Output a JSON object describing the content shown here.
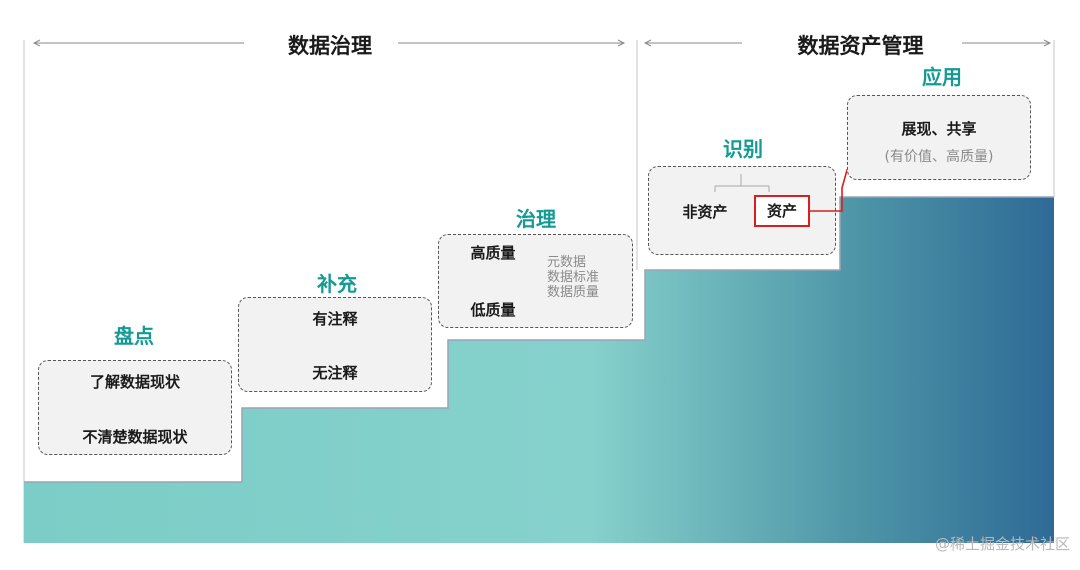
{
  "header": {
    "governance_title": "数据治理",
    "asset_management_title": "数据资产管理"
  },
  "stages": {
    "inventory": {
      "title": "盘点",
      "top_label": "了解数据现状",
      "bottom_label": "不清楚数据现状"
    },
    "supplement": {
      "title": "补充",
      "top_label": "有注释",
      "bottom_label": "无注释"
    },
    "governance": {
      "title": "治理",
      "top_label": "高质量",
      "bottom_label": "低质量",
      "items": [
        "元数据",
        "数据标准",
        "数据质量"
      ]
    },
    "identify": {
      "title": "识别",
      "non_asset_label": "非资产",
      "asset_label": "资产"
    },
    "apply": {
      "title": "应用",
      "main_label": "展现、共享",
      "sub_label": "(有价值、高质量)"
    }
  },
  "colors": {
    "stage_title": "#149a94",
    "stair_light": "#86d1cc",
    "stair_dark": "#2e6a96",
    "highlight_red": "#d81e1e"
  },
  "watermark": "@稀土掘金技术社区"
}
